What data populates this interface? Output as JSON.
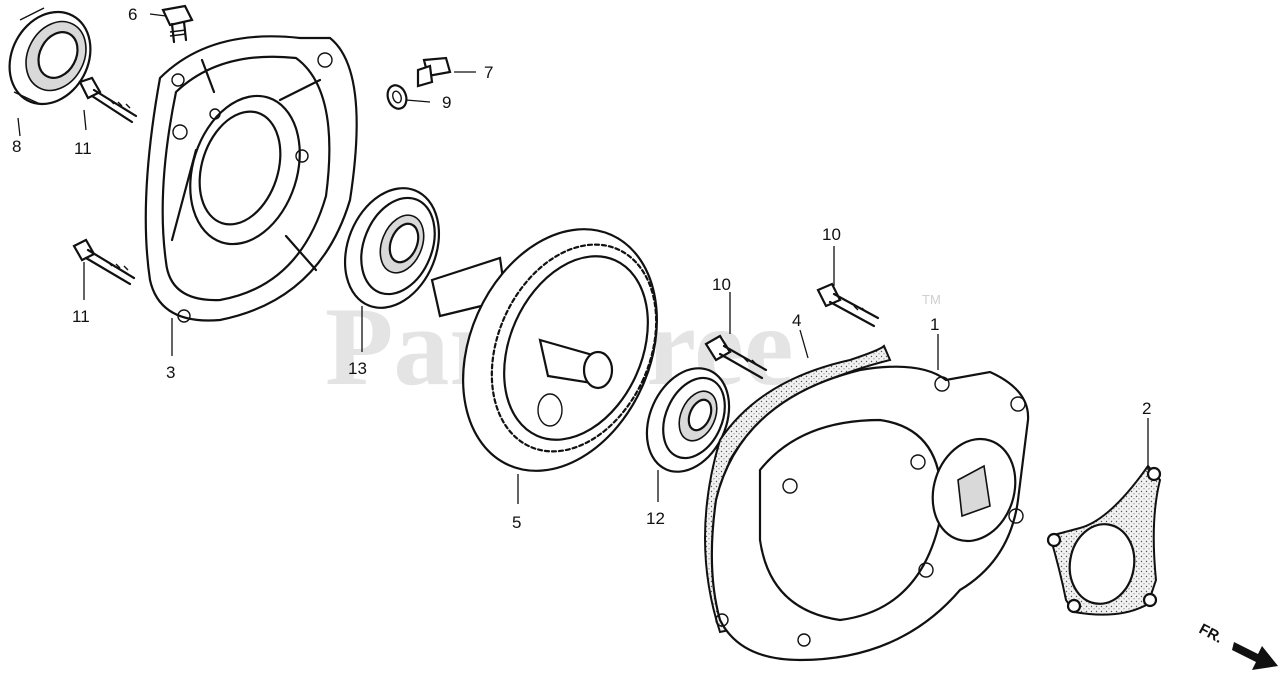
{
  "watermark": {
    "text": "PartsTree",
    "tm": "TM"
  },
  "direction_label": "FR.",
  "callouts": {
    "c1": "1",
    "c2": "2",
    "c3": "3",
    "c4": "4",
    "c5": "5",
    "c6": "6",
    "c7": "7",
    "c8": "8",
    "c9": "9",
    "c10a": "10",
    "c10b": "10",
    "c11a": "11",
    "c11b": "11",
    "c12": "12",
    "c13": "13"
  }
}
